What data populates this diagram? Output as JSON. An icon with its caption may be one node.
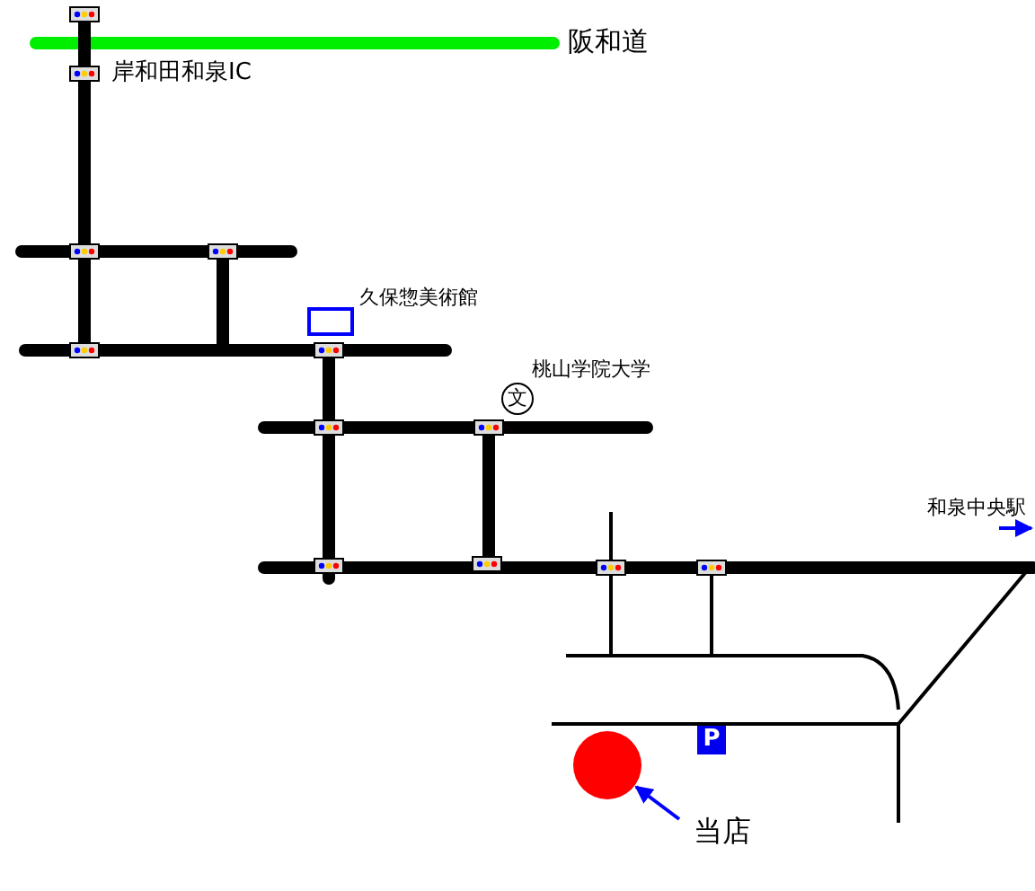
{
  "diagram": {
    "nodes": [
      {
        "text": [
          "当店"
        ]
      },
      {
        "text": [],
        "shape": "circle"
      }
    ],
    "edges": [
      {
        "from": 0,
        "to": 1,
        "arrow": "to"
      }
    ],
    "labels": [
      "阪和道",
      "岸和田和泉IC",
      "久保惣美術館",
      "桃山学院大学",
      "文",
      "和泉中央駅",
      "P"
    ]
  }
}
